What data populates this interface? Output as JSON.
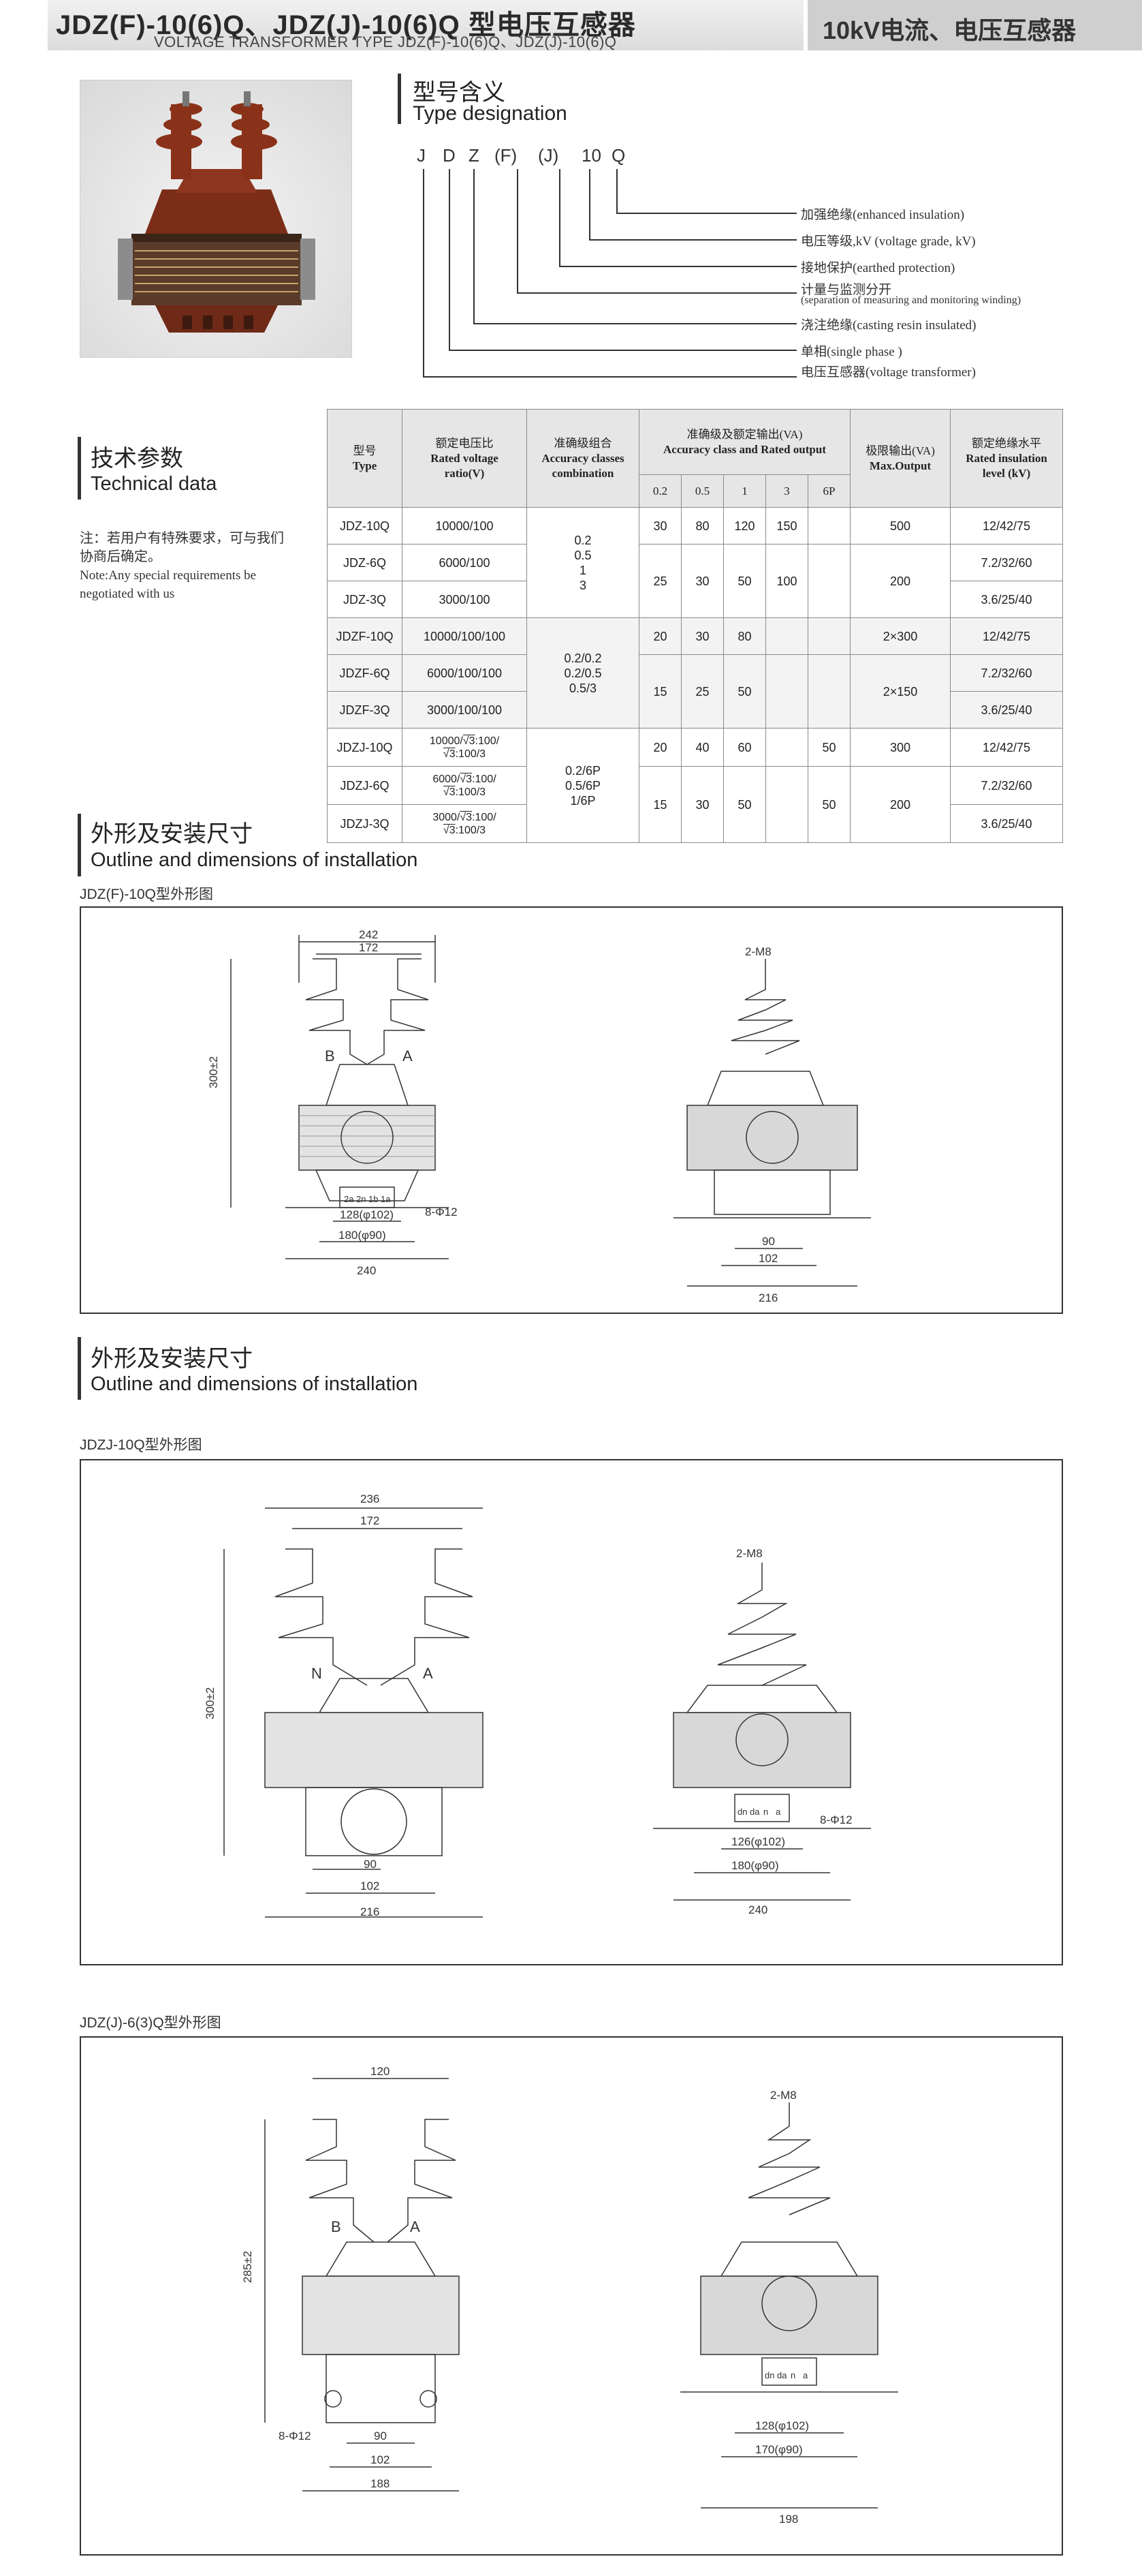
{
  "header": {
    "title_cn": "JDZ(F)-10(6)Q、JDZ(J)-10(6)Q 型电压互感器",
    "title_en": "VOLTAGE TRANSFORMER TYPE JDZ(F)-10(6)Q、JDZ(J)-10(6)Q",
    "category": "10kV电流、电压互感器"
  },
  "type_designation": {
    "heading_cn": "型号含义",
    "heading_en": "Type designation",
    "code": [
      "J",
      "D",
      "Z",
      "(F)",
      "(J)",
      "10",
      "Q"
    ],
    "meanings": [
      "加强绝缘(enhanced insulation)",
      "电压等级,kV (voltage grade, kV)",
      "接地保护(earthed protection)",
      "计量与监测分开",
      "(separation of measuring and monitoring winding)",
      "浇注绝缘(casting resin insulated)",
      "单相(single phase )",
      "电压互感器(voltage transformer)"
    ]
  },
  "technical": {
    "heading_cn": "技术参数",
    "heading_en": "Technical data",
    "note_lines": [
      "注：若用户有特殊要求，可与我们",
      "协商后确定。",
      "Note:Any special requirements be",
      "negotiated with us"
    ]
  },
  "table": {
    "headers": {
      "model_cn": "型号",
      "model_en": "Type",
      "ratio_cn": "额定电压比",
      "ratio_en1": "Rated voltage",
      "ratio_en2": "ratio(V)",
      "combo_cn": "准确级组合",
      "combo_en1": "Accuracy classes",
      "combo_en2": "combination",
      "acc_cn": "准确级及额定输出(VA)",
      "acc_en": "Accuracy class and Rated output",
      "max_cn": "极限输出(VA)",
      "max_en": "Max.Output",
      "ins_cn": "额定绝缘水平",
      "ins_en1": "Rated insulation",
      "ins_en2": "level (kV)",
      "classes": [
        "0.2",
        "0.5",
        "1",
        "3",
        "6P"
      ]
    },
    "models": [
      "JDZ-10Q",
      "JDZ-6Q",
      "JDZ-3Q",
      "JDZF-10Q",
      "JDZF-6Q",
      "JDZF-3Q",
      "JDZJ-10Q",
      "JDZJ-6Q",
      "JDZJ-3Q"
    ],
    "ratios": [
      "10000/100",
      "6000/100",
      "3000/100",
      "10000/100/100",
      "6000/100/100",
      "3000/100/100"
    ],
    "ratios_sqrt": [
      [
        "10000/",
        "√3",
        ":100/",
        "√3",
        ":100/3"
      ],
      [
        "6000/",
        "√3",
        ":100/",
        "√3",
        ":100/3"
      ],
      [
        "3000/",
        "√3",
        ":100/",
        "√3",
        ":100/3"
      ]
    ],
    "combo_jdz": [
      "0.2",
      "0.5",
      "1",
      "3"
    ],
    "combo_jdzf": [
      "0.2/0.2",
      "0.2/0.5",
      "0.5/3"
    ],
    "combo_jdzj": [
      "0.2/6P",
      "0.5/6P",
      "1/6P"
    ],
    "outputs": {
      "jdz10": [
        "30",
        "80",
        "120",
        "150"
      ],
      "jdz63": [
        "25",
        "30",
        "50",
        "100"
      ],
      "jdzf10": [
        "20",
        "30",
        "80"
      ],
      "jdzf63": [
        "15",
        "25",
        "50"
      ],
      "jdzj10": [
        "20",
        "40",
        "60",
        "50"
      ],
      "jdzj63": [
        "15",
        "30",
        "50",
        "50"
      ]
    },
    "max": [
      "500",
      "200",
      "2×300",
      "2×150",
      "300",
      "200"
    ],
    "insulation": [
      "12/42/75",
      "7.2/32/60",
      "3.6/25/40",
      "12/42/75",
      "7.2/32/60",
      "3.6/25/40",
      "12/42/75",
      "7.2/32/60",
      "3.6/25/40"
    ]
  },
  "outline1": {
    "heading_cn": "外形及安装尺寸",
    "heading_en": "Outline and dimensions of installation",
    "caption": "JDZ(F)-10Q型外形图",
    "dims": {
      "top": "242",
      "inner": "172",
      "height": "300±2",
      "hole": "2-M8",
      "d128": "128(φ102)",
      "d180": "180(φ90)",
      "d240": "240",
      "bolt": "8-Φ12",
      "d90": "90",
      "d102": "102",
      "d216": "216"
    },
    "labels": {
      "b": "B",
      "a": "A"
    },
    "terminals": [
      "2a",
      "2n",
      "1b",
      "1a"
    ]
  },
  "outline2": {
    "heading_cn": "外形及安装尺寸",
    "heading_en": "Outline and dimensions of installation",
    "caption": "JDZJ-10Q型外形图",
    "dims": {
      "top": "236",
      "inner": "172",
      "height": "300±2",
      "hole": "2-M8",
      "d90": "90",
      "d102": "102",
      "d216": "216",
      "bolt": "8-Φ12",
      "d128": "126(φ102)",
      "d180": "180(φ90)",
      "d240": "240"
    },
    "labels": {
      "n": "N",
      "a": "A"
    },
    "terminals": [
      "dn",
      "da",
      "n",
      "a"
    ]
  },
  "outline3": {
    "caption": "JDZ(J)-6(3)Q型外形图",
    "dims": {
      "top": "120",
      "height": "285±2",
      "hole": "2-M8",
      "bolt": "8-Φ12",
      "d90": "90",
      "d102": "102",
      "d188": "188",
      "d128": "128(φ102)",
      "d170": "170(φ90)",
      "d198": "198"
    },
    "labels": {
      "b": "B",
      "a": "A"
    },
    "terminals": [
      "dn",
      "da",
      "n",
      "a"
    ]
  }
}
